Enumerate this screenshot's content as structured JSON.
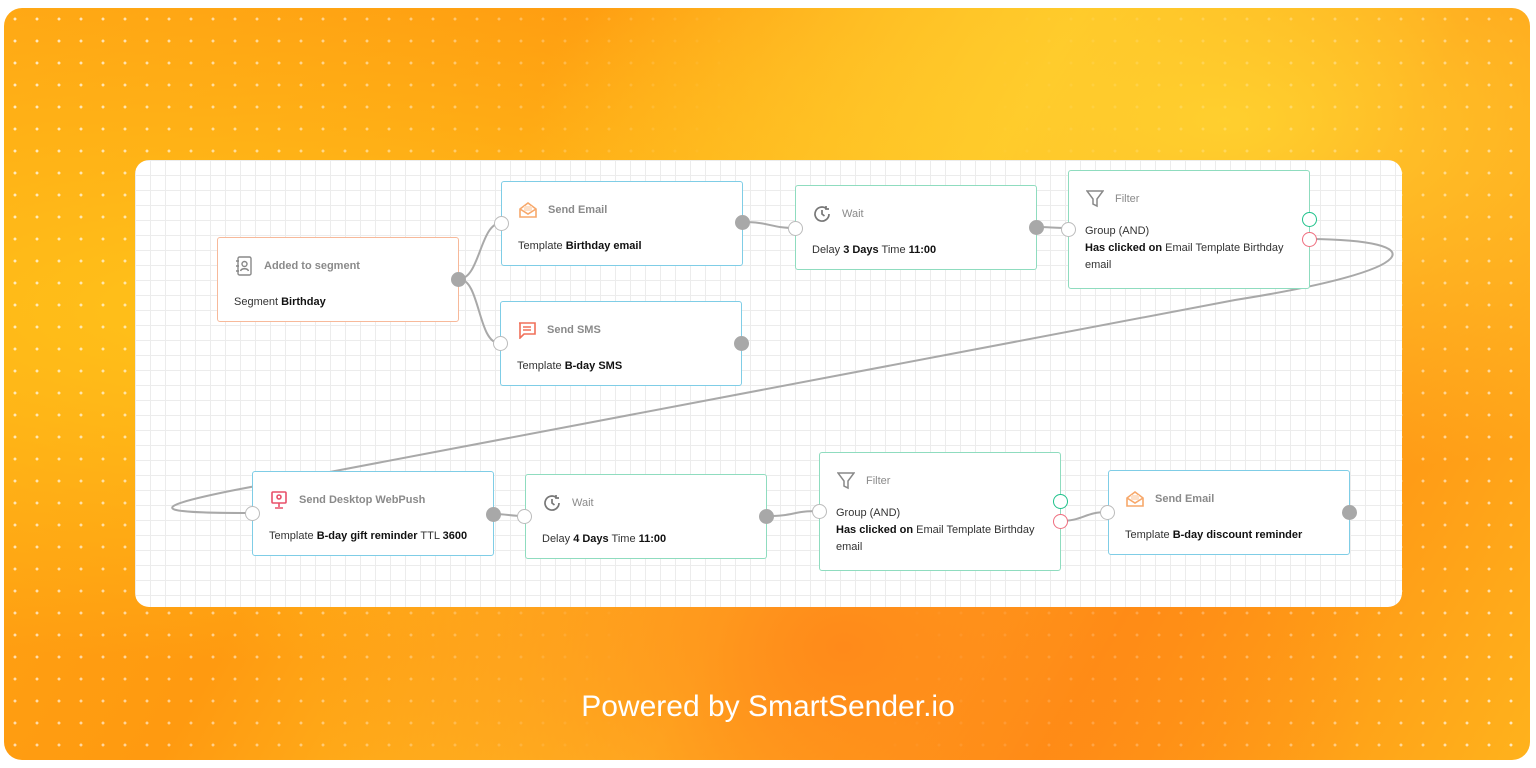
{
  "nodes": {
    "trigger": {
      "title": "Added to segment",
      "body": [
        "Segment ",
        "Birthday"
      ]
    },
    "email1": {
      "title": "Send Email",
      "body": [
        "Template ",
        "Birthday email"
      ]
    },
    "sms": {
      "title": "Send SMS",
      "body": [
        "Template ",
        "B-day SMS"
      ]
    },
    "wait1": {
      "title": "Wait",
      "body": [
        "Delay ",
        "3 Days",
        " Time ",
        "11:00"
      ]
    },
    "filter1": {
      "title": "Filter",
      "line1": "Group (AND)",
      "body": [
        "Has clicked on",
        " Email Template Birthday email"
      ]
    },
    "webpush": {
      "title": "Send Desktop WebPush",
      "body": [
        "Template ",
        "B-day gift reminder",
        " TTL ",
        "3600"
      ]
    },
    "wait2": {
      "title": "Wait",
      "body": [
        "Delay ",
        "4 Days",
        " Time ",
        "11:00"
      ]
    },
    "filter2": {
      "title": "Filter",
      "line1": "Group (AND)",
      "body": [
        "Has clicked on",
        " Email Template Birthday email"
      ]
    },
    "email2": {
      "title": "Send Email",
      "body": [
        "Template ",
        "B-day discount reminder"
      ]
    }
  },
  "footer": "Powered by SmartSender.io",
  "colors": {
    "email_icon": "#f7a86b",
    "sms_icon": "#f0705a",
    "webpush_icon": "#e8506a",
    "yes": "#1ec28b",
    "no": "#ef6d7e"
  }
}
